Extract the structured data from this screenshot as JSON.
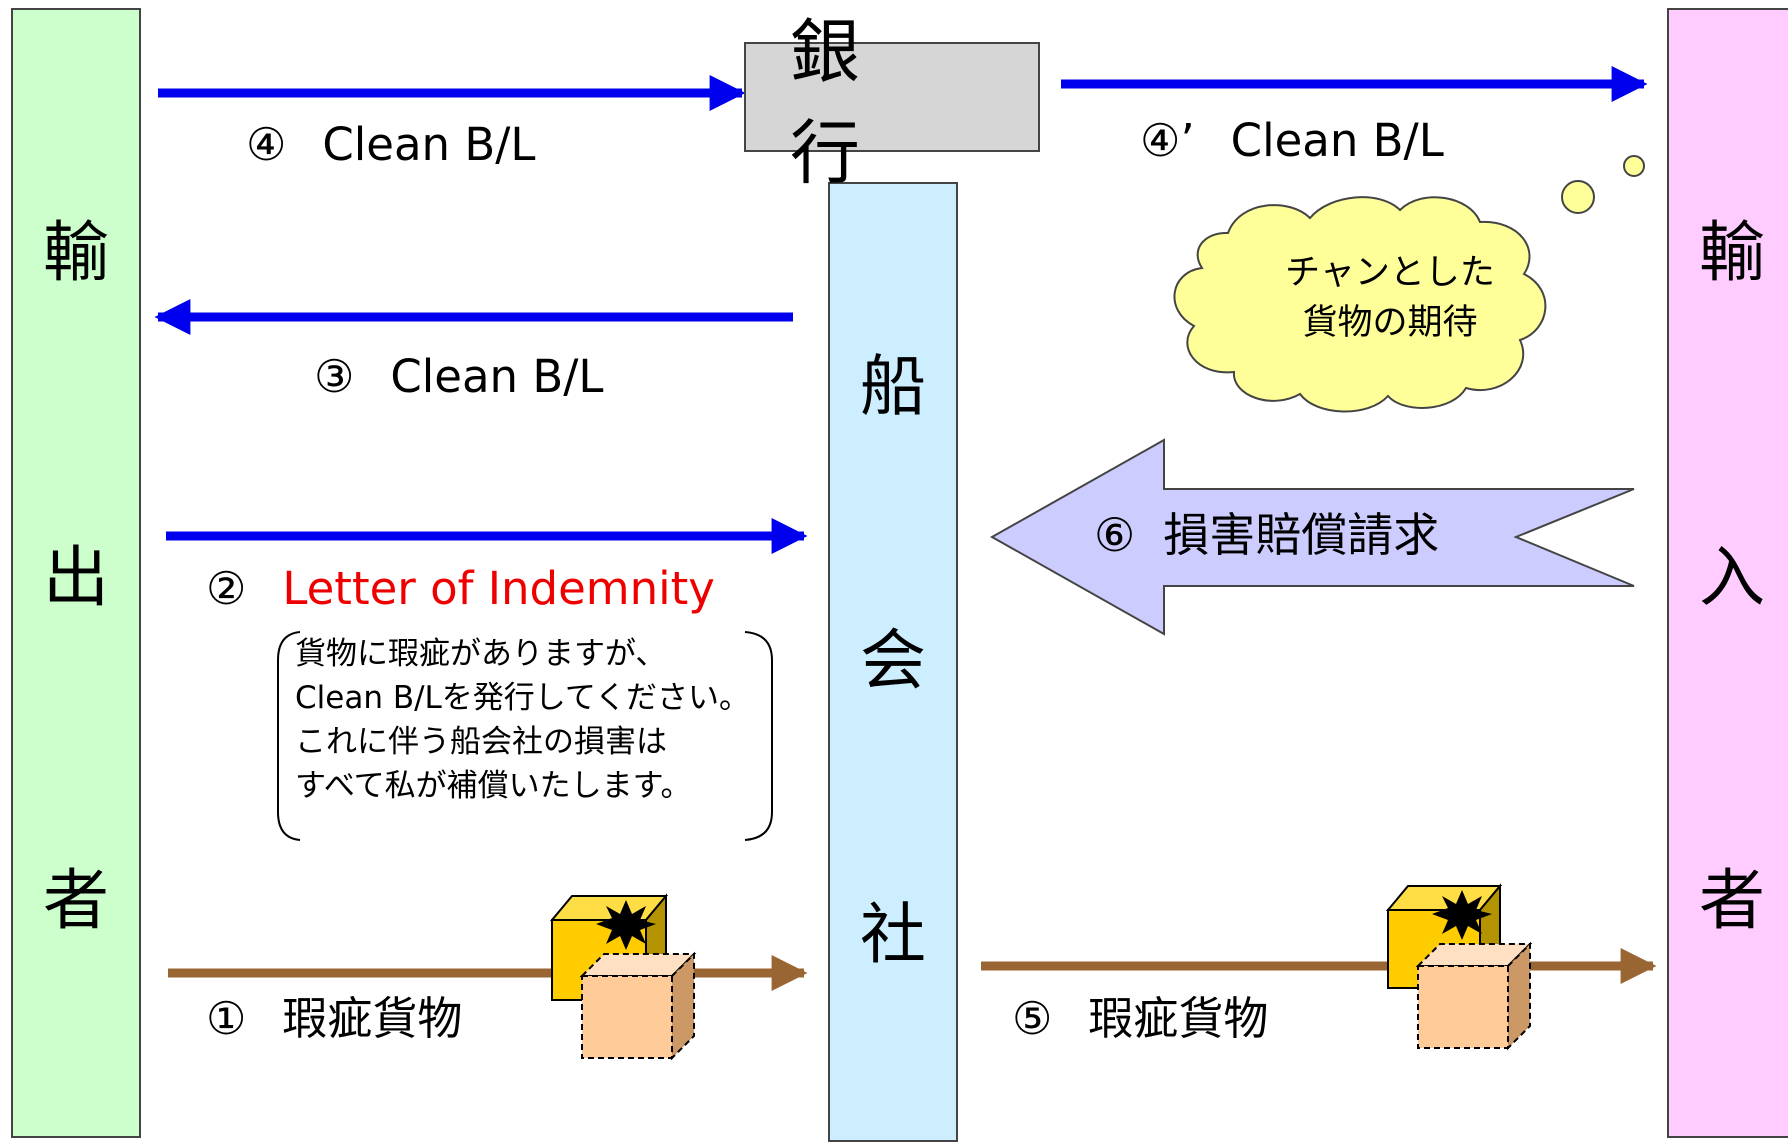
{
  "exporter": {
    "chars": [
      "輸",
      "出",
      "者"
    ],
    "color": "#ccffcc"
  },
  "importer": {
    "chars": [
      "輸",
      "入",
      "者"
    ],
    "color": "#ffccff"
  },
  "shipping_company": {
    "chars": [
      "船",
      "会",
      "社"
    ],
    "color": "#cceeff"
  },
  "bank": {
    "label": "銀　行"
  },
  "flows": {
    "step1": {
      "number": "①",
      "label": "瑕疵貨物"
    },
    "step2": {
      "number": "②",
      "label": "Letter of Indemnity"
    },
    "step3": {
      "number": "③",
      "label": "Clean B/L"
    },
    "step4": {
      "number": "④",
      "label": "Clean B/L"
    },
    "step4b": {
      "number": "④’",
      "label": "Clean B/L"
    },
    "step5": {
      "number": "⑤",
      "label": "瑕疵貨物"
    },
    "step6": {
      "number": "⑥",
      "label": "損害賠償請求"
    }
  },
  "speech_bubble": {
    "lines": [
      "貨物に瑕疵がありますが、",
      "Clean B/Lを発行してください。",
      "これに伴う船会社の損害は",
      "すべて私が補償いたします。"
    ]
  },
  "thought_bubble": {
    "lines": [
      "チャンとした",
      "貨物の期待"
    ]
  },
  "colors": {
    "document_arrow": "#0000ee",
    "cargo_arrow": "#996633",
    "claim_arrow": "#ccccff",
    "loi_text": "#ee0000",
    "cloud_fill": "#ffff99",
    "damaged_box": "#ffcc00",
    "clean_box": "#ffcc99"
  }
}
